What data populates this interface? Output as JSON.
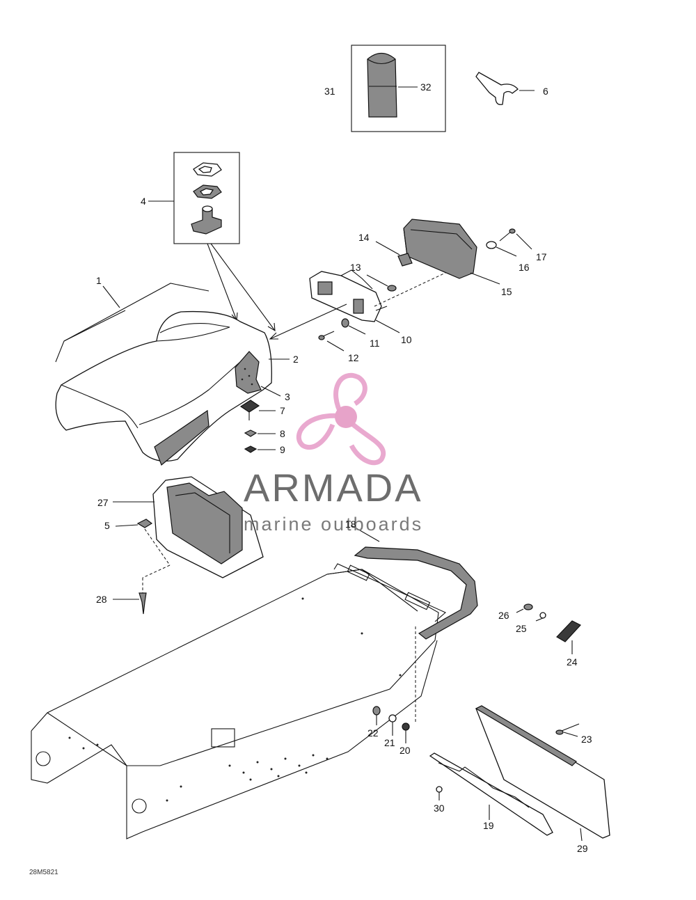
{
  "callouts": [
    "1",
    "2",
    "3",
    "4",
    "5",
    "6",
    "7",
    "8",
    "9",
    "10",
    "11",
    "12",
    "13",
    "14",
    "15",
    "16",
    "17",
    "18",
    "19",
    "20",
    "21",
    "22",
    "23",
    "24",
    "25",
    "26",
    "27",
    "28",
    "29",
    "30",
    "31",
    "32"
  ],
  "watermark": {
    "brand": "ARMADA",
    "tagline": "marine outboards",
    "logo_color": "#e9a9cf",
    "hub_color": "#e7a3c9"
  },
  "drawing_code": "28M5821"
}
